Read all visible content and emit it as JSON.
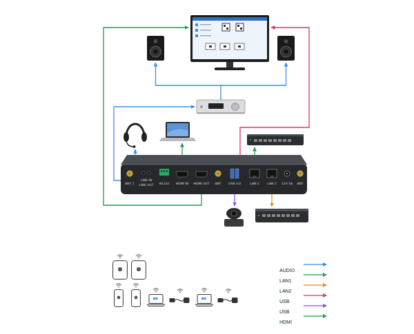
{
  "diagram": {
    "nodes": [
      {
        "text": [
          "ANT 1",
          "LINE IN",
          "LINE OUT",
          "RS232",
          "HDMI IN",
          "HDMI OUT",
          "ANT",
          "USB 3.0",
          "LAN 1",
          "LAN 2",
          "12V 5A",
          "ANT"
        ]
      }
    ],
    "legend": [
      {
        "text": "AUDIO"
      },
      {
        "text": "LAN1"
      },
      {
        "text": "LAN2"
      },
      {
        "text": "USB"
      },
      {
        "text": "USB"
      },
      {
        "text": "HDMI"
      }
    ]
  }
}
